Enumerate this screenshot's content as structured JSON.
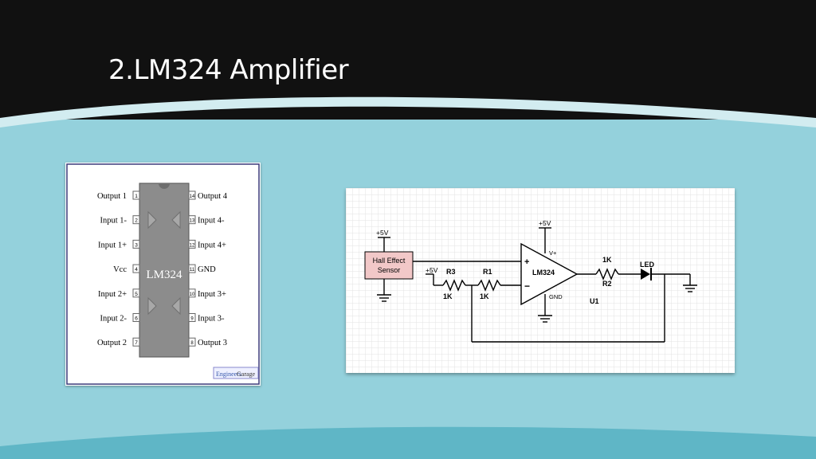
{
  "slide": {
    "title": "2.LM324 Amplifier"
  },
  "pinout": {
    "chip_label": "LM324",
    "left_pins": [
      {
        "name": "Output 1",
        "num": "1"
      },
      {
        "name": "Input 1-",
        "num": "2"
      },
      {
        "name": "Input 1+",
        "num": "3"
      },
      {
        "name": "Vcc",
        "num": "4"
      },
      {
        "name": "Input 2+",
        "num": "5"
      },
      {
        "name": "Input 2-",
        "num": "6"
      },
      {
        "name": "Output 2",
        "num": "7"
      }
    ],
    "right_pins": [
      {
        "name": "Output 4",
        "num": "14"
      },
      {
        "name": "Input 4-",
        "num": "13"
      },
      {
        "name": "Input 4+",
        "num": "12"
      },
      {
        "name": "GND",
        "num": "11"
      },
      {
        "name": "Input 3+",
        "num": "10"
      },
      {
        "name": "Input 3-",
        "num": "9"
      },
      {
        "name": "Output 3",
        "num": "8"
      }
    ],
    "watermark_a": "Engineers",
    "watermark_b": "Garage"
  },
  "circuit": {
    "sensor_line1": "Hall Effect",
    "sensor_line2": "Sensor",
    "sensor_supply": "+5V",
    "divider_supply": "+5V",
    "opamp_supply": "+5V",
    "r3_name": "R3",
    "r3_value": "1K",
    "r1_name": "R1",
    "r1_value": "1K",
    "r2_name": "R2",
    "r2_value": "1K",
    "led_label": "LED",
    "opamp_label": "LM324",
    "plus_sign": "+",
    "minus_sign": "−",
    "vplus_label": "V+",
    "gnd_label": "GND",
    "unit_label": "U1"
  },
  "colors": {
    "header": "#111111",
    "background": "#94d1dc",
    "band": "#d2ecf0",
    "chip_body": "#8c8c8c",
    "sensor_fill": "#f2c8c8"
  }
}
